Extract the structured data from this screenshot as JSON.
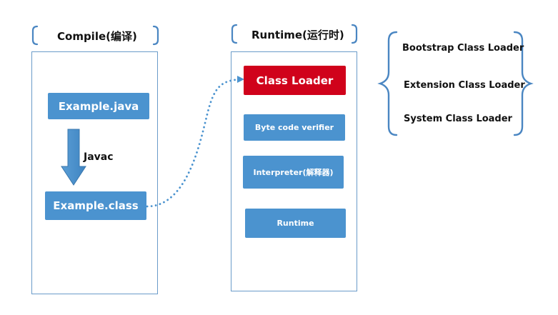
{
  "compile": {
    "title": "Compile(编译)",
    "source_file": "Example.java",
    "compiler_label": "Javac",
    "class_file": "Example.class"
  },
  "runtime": {
    "title": "Runtime(运行时)",
    "components": [
      {
        "label": "Class Loader",
        "highlight": true
      },
      {
        "label": "Byte code verifier",
        "highlight": false
      },
      {
        "label": "Interpreter(解释器)",
        "highlight": false
      },
      {
        "label": "Runtime",
        "highlight": false
      }
    ]
  },
  "class_loaders": [
    "Bootstrap Class Loader",
    "Extension Class Loader",
    "System Class Loader"
  ],
  "colors": {
    "box_blue": "#4b93cf",
    "highlight_red": "#d0021b",
    "panel_border": "#6a9bc9",
    "bracket": "#4a86c2",
    "dotted_connector": "#4b93cf"
  }
}
